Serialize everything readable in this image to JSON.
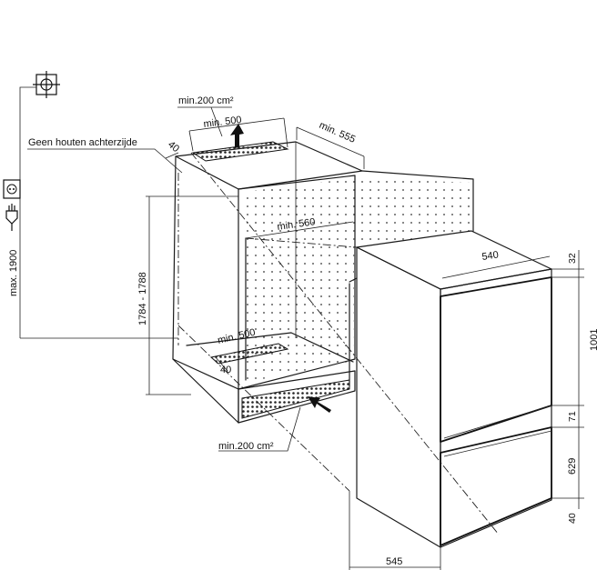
{
  "labels": {
    "vent_top_area": "min.200 cm²",
    "vent_top_width": "min. 500",
    "top_depth": "40",
    "cavity_depth_top": "min. 555",
    "no_wood_back": "Geen houten achterzijde",
    "cavity_inner_width": "min. 560",
    "cavity_height": "1784 - 1788",
    "socket_height": "max. 1900",
    "vent_bottom_width": "min. 500",
    "bottom_depth": "40",
    "vent_bottom_area": "min.200 cm²",
    "fridge_width": "540",
    "fridge_top_gap": "32",
    "upper_door_height": "1001",
    "door_gap": "71",
    "lower_door_height": "629",
    "bottom_gap": "40",
    "fridge_depth": "545"
  },
  "icons": {
    "mains_connection": "ground-terminal-icon",
    "power_socket": "power-socket-icon",
    "plug": "power-plug-icon",
    "airflow_top": "arrow-up-icon",
    "airflow_bottom": "arrow-diagonal-icon"
  },
  "colors": {
    "line": "#1a1a1a",
    "hatch": "#333333",
    "background": "#ffffff"
  }
}
